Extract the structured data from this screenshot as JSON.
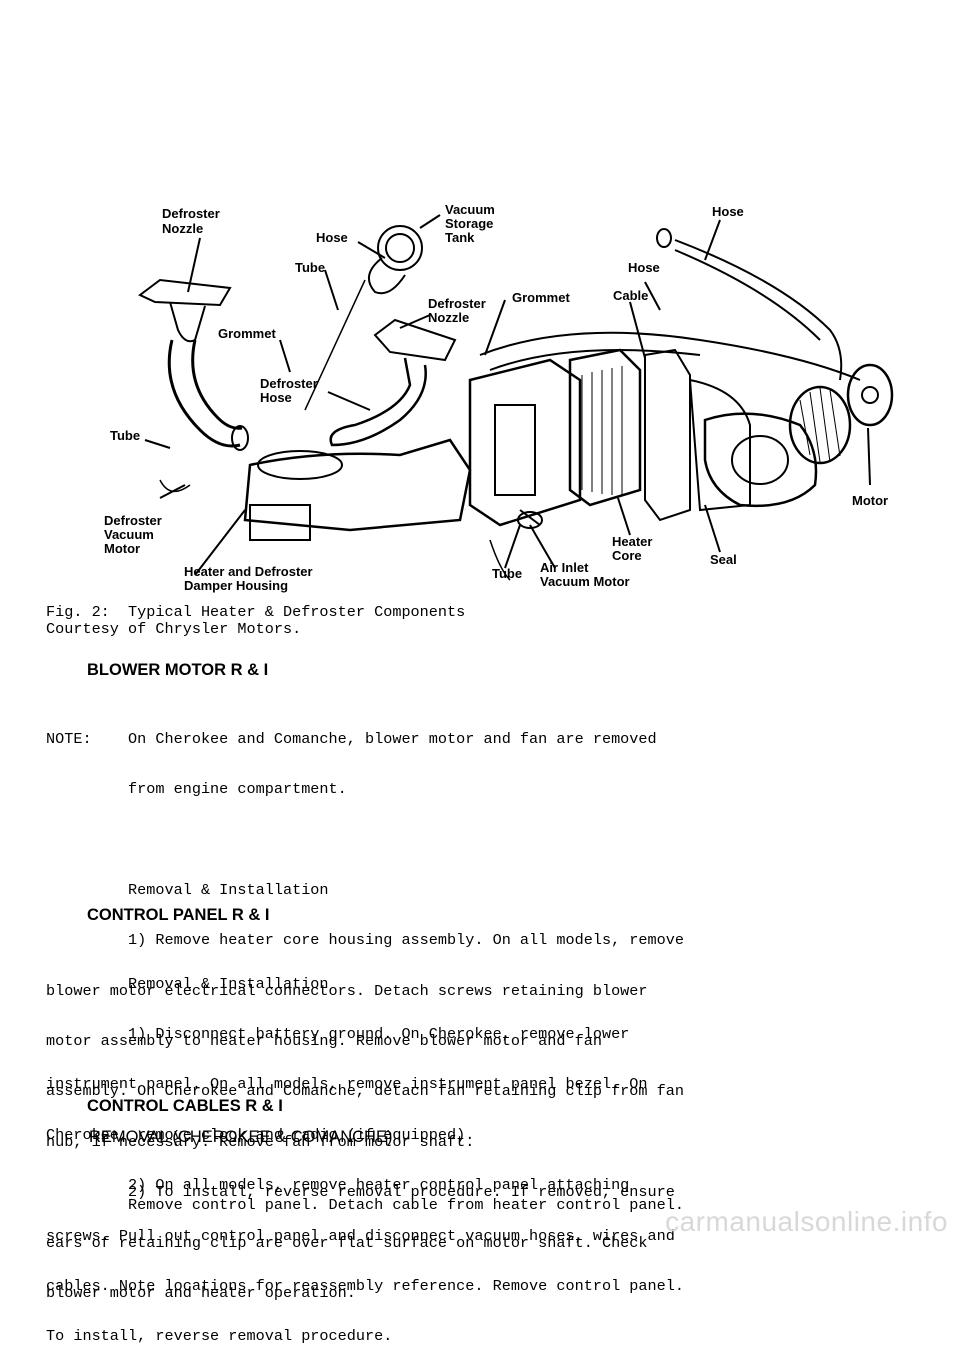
{
  "figure": {
    "caption_line1": "Fig. 2:  Typical Heater & Defroster Components",
    "caption_line2": "Courtesy of Chrysler Motors.",
    "labels": {
      "defroster_nozzle_left_1": "Defroster",
      "defroster_nozzle_left_2": "Nozzle",
      "vacuum_tank_1": "Vacuum",
      "vacuum_tank_2": "Storage",
      "vacuum_tank_3": "Tank",
      "hose_top": "Hose",
      "tube_top": "Tube",
      "grommet_left": "Grommet",
      "defroster_nozzle_mid_1": "Defroster",
      "defroster_nozzle_mid_2": "Nozzle",
      "grommet_right": "Grommet",
      "hose_right_top": "Hose",
      "hose_right_mid": "Hose",
      "cable": "Cable",
      "defroster_hose_1": "Defroster",
      "defroster_hose_2": "Hose",
      "tube_left": "Tube",
      "defroster_vacuum_motor_1": "Defroster",
      "defroster_vacuum_motor_2": "Vacuum",
      "defroster_vacuum_motor_3": "Motor",
      "heater_damper_housing_1": "Heater and Defroster",
      "heater_damper_housing_2": "Damper Housing",
      "tube_bottom": "Tube",
      "air_inlet_1": "Air Inlet",
      "air_inlet_2": "Vacuum Motor",
      "heater_core_1": "Heater",
      "heater_core_2": "Core",
      "seal": "Seal",
      "motor": "Motor"
    }
  },
  "sections": {
    "blower": {
      "heading": "BLOWER MOTOR R & I",
      "lines": [
        "NOTE:    On Cherokee and Comanche, blower motor and fan are removed",
        "         from engine compartment.",
        "",
        "         Removal & Installation",
        "         1) Remove heater core housing assembly. On all models, remove",
        "blower motor electrical connectors. Detach screws retaining blower",
        "motor assembly to heater housing. Remove blower motor and fan",
        "assembly. On Cherokee and Comanche, detach fan retaining clip from fan",
        "hub, if necessary. Remove fan from motor shaft.",
        "         2) To install, reverse removal procedure. If removed, ensure",
        "ears of retaining clip are over flat surface on motor shaft. Check",
        "blower motor and heater operation."
      ]
    },
    "control_panel": {
      "heading": "CONTROL PANEL R & I",
      "lines": [
        "         Removal & Installation",
        "         1) Disconnect battery ground. On Cherokee, remove lower",
        "instrument panel. On all models, remove instrument panel bezel. On",
        "Cherokee, remove clock and radio (if equipped).",
        "         2) On all models, remove heater control panel attaching",
        "screws. Pull out control panel and disconnect vacuum hoses, wires and",
        "cables. Note locations for reassembly reference. Remove control panel.",
        "To install, reverse removal procedure."
      ]
    },
    "control_cables": {
      "heading": "CONTROL CABLES R & I",
      "subheading": "REMOVAL (CHEROKEE & COMANCHE)",
      "lines": [
        "         Remove control panel. Detach cable from heater control panel."
      ]
    }
  },
  "watermark": "carmanualsonline.info"
}
